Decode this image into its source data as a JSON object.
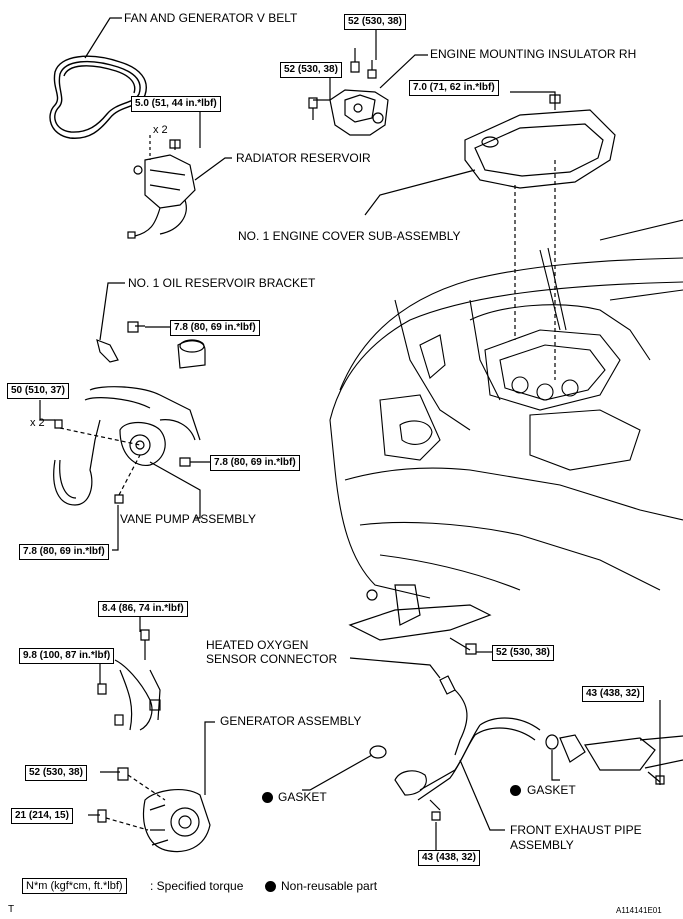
{
  "labels": {
    "fan_belt": "FAN AND GENERATOR V BELT",
    "engine_mount": "ENGINE MOUNTING INSULATOR RH",
    "radiator_reservoir": "RADIATOR RESERVOIR",
    "engine_cover": "NO. 1 ENGINE COVER SUB-ASSEMBLY",
    "oil_bracket": "NO. 1 OIL RESERVOIR BRACKET",
    "vane_pump": "VANE PUMP ASSEMBLY",
    "heated_o2_l1": "HEATED OXYGEN",
    "heated_o2_l2": "SENSOR CONNECTOR",
    "generator": "GENERATOR ASSEMBLY",
    "gasket_left": "GASKET",
    "gasket_right": "GASKET",
    "exhaust_l1": "FRONT EXHAUST PIPE",
    "exhaust_l2": "ASSEMBLY"
  },
  "torques": {
    "mount_top": "52 (530, 38)",
    "mount_left": "52 (530, 38)",
    "reservoir": "5.0 (51, 44 in.*lbf)",
    "cover": "7.0 (71, 62 in.*lbf)",
    "bracket": "7.8 (80, 69 in.*lbf)",
    "pump_left": "50 (510, 37)",
    "pump_right": "7.8 (80, 69 in.*lbf)",
    "pump_bottom": "7.8 (80, 69 in.*lbf)",
    "gen_top": "8.4 (86, 74 in.*lbf)",
    "gen_left": "9.8 (100, 87 in.*lbf)",
    "gen_52": "52 (530, 38)",
    "gen_21": "21 (214, 15)",
    "crossmember": "52 (530, 38)",
    "exhaust_right": "43 (438, 32)",
    "exhaust_bottom": "43 (438, 32)"
  },
  "multipliers": {
    "reservoir": "x 2",
    "pump": "x 2"
  },
  "legend": {
    "torque_box": "N*m (kgf*cm, ft.*lbf)",
    "torque_text": ": Specified torque",
    "nonreusable": "Non-reusable part"
  },
  "footer": {
    "left": "T",
    "right": "A114141E01"
  }
}
